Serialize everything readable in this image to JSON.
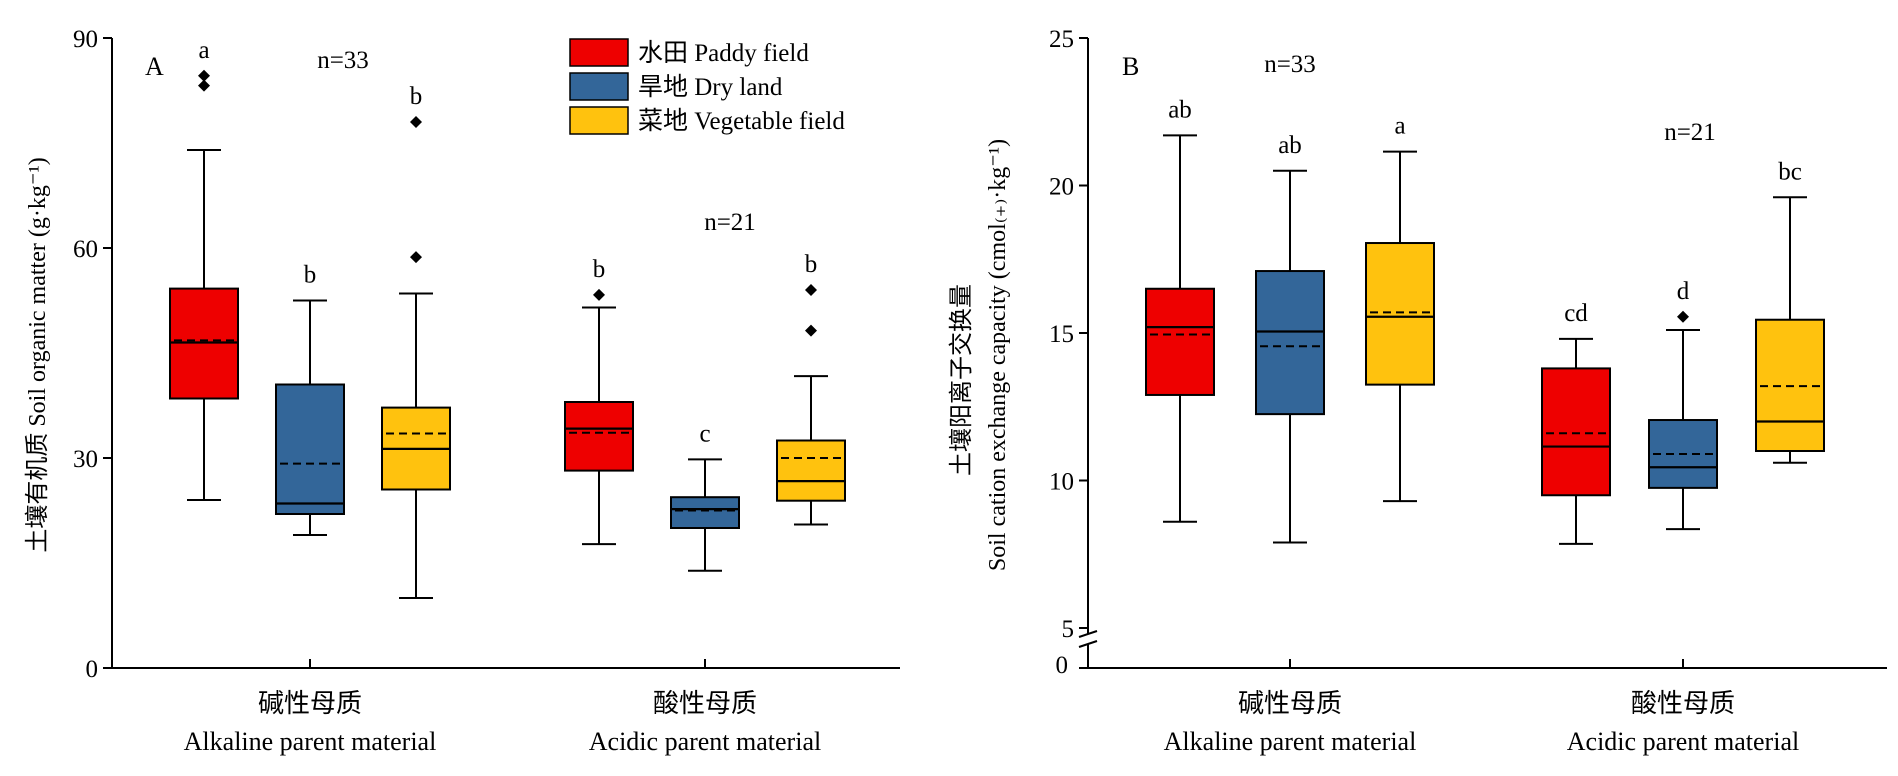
{
  "legend": {
    "items": [
      {
        "label": "水田 Paddy field",
        "color": "#ee0000"
      },
      {
        "label": "旱地 Dry land",
        "color": "#336699"
      },
      {
        "label": "菜地 Vegetable field",
        "color": "#ffc20e"
      }
    ]
  },
  "chart_data": [
    {
      "type": "box",
      "panel": "A",
      "ylabel": "土壤有机质 Soil organic matter (g·kg⁻¹)",
      "ylim": [
        0,
        90
      ],
      "yticks": [
        0,
        30,
        60,
        90
      ],
      "groups": [
        {
          "label_cn": "碱性母质",
          "label_en": "Alkaline parent material",
          "n": "n=33"
        },
        {
          "label_cn": "酸性母质",
          "label_en": "Acidic parent material",
          "n": "n=21"
        }
      ],
      "series": [
        {
          "name": "水田 Paddy field",
          "group": 0,
          "min": 24,
          "q1": 38.5,
          "median": 46.5,
          "mean": 46.8,
          "q3": 54.2,
          "max": 74,
          "outliers": [
            83.2,
            84.6
          ],
          "letter": "a"
        },
        {
          "name": "旱地 Dry land",
          "group": 0,
          "min": 19,
          "q1": 22,
          "median": 23.5,
          "mean": 29.2,
          "q3": 40.5,
          "max": 52.5,
          "outliers": [],
          "letter": "b"
        },
        {
          "name": "菜地 Vegetable field",
          "group": 0,
          "min": 10,
          "q1": 25.5,
          "median": 31.3,
          "mean": 33.5,
          "q3": 37.2,
          "max": 53.5,
          "outliers": [
            58.7,
            78
          ],
          "letter": "b"
        },
        {
          "name": "水田 Paddy field",
          "group": 1,
          "min": 17.7,
          "q1": 28.2,
          "median": 34.2,
          "mean": 33.6,
          "q3": 38,
          "max": 51.5,
          "outliers": [
            53.3
          ],
          "letter": "b"
        },
        {
          "name": "旱地 Dry land",
          "group": 1,
          "min": 13.9,
          "q1": 20,
          "median": 22.7,
          "mean": 22.5,
          "q3": 24.4,
          "max": 29.8,
          "outliers": [],
          "letter": "c"
        },
        {
          "name": "菜地 Vegetable field",
          "group": 1,
          "min": 20.5,
          "q1": 23.9,
          "median": 26.7,
          "mean": 30,
          "q3": 32.5,
          "max": 41.7,
          "outliers": [
            48.2,
            54
          ],
          "letter": "b"
        }
      ]
    },
    {
      "type": "box",
      "panel": "B",
      "ylabel_cn": "土壤阳离子交换量",
      "ylabel_en": "Soil cation exchange capacity (cmol₍₊₎·kg⁻¹)",
      "ylim": [
        5,
        25
      ],
      "yticks": [
        5,
        10,
        15,
        20,
        25
      ],
      "axis_break": true,
      "zero_label": "0",
      "groups": [
        {
          "label_cn": "碱性母质",
          "label_en": "Alkaline parent material",
          "n": "n=33"
        },
        {
          "label_cn": "酸性母质",
          "label_en": "Acidic parent material",
          "n": "n=21"
        }
      ],
      "series": [
        {
          "name": "水田 Paddy field",
          "group": 0,
          "min": 8.6,
          "q1": 12.9,
          "median": 15.2,
          "mean": 14.95,
          "q3": 16.5,
          "max": 21.7,
          "outliers": [],
          "letter": "ab"
        },
        {
          "name": "旱地 Dry land",
          "group": 0,
          "min": 7.9,
          "q1": 12.25,
          "median": 15.05,
          "mean": 14.55,
          "q3": 17.1,
          "max": 20.5,
          "outliers": [],
          "letter": "ab"
        },
        {
          "name": "菜地 Vegetable field",
          "group": 0,
          "min": 9.3,
          "q1": 13.25,
          "median": 15.55,
          "mean": 15.7,
          "q3": 18.05,
          "max": 21.15,
          "outliers": [],
          "letter": "a"
        },
        {
          "name": "水田 Paddy field",
          "group": 1,
          "min": 7.85,
          "q1": 9.5,
          "median": 11.15,
          "mean": 11.6,
          "q3": 13.8,
          "max": 14.8,
          "outliers": [],
          "letter": "cd"
        },
        {
          "name": "旱地 Dry land",
          "group": 1,
          "min": 8.35,
          "q1": 9.75,
          "median": 10.45,
          "mean": 10.9,
          "q3": 12.05,
          "max": 15.1,
          "outliers": [
            15.55
          ],
          "letter": "d"
        },
        {
          "name": "菜地 Vegetable field",
          "group": 1,
          "min": 10.6,
          "q1": 11,
          "median": 12,
          "mean": 13.2,
          "q3": 15.45,
          "max": 19.6,
          "outliers": [],
          "letter": "bc"
        }
      ]
    }
  ]
}
